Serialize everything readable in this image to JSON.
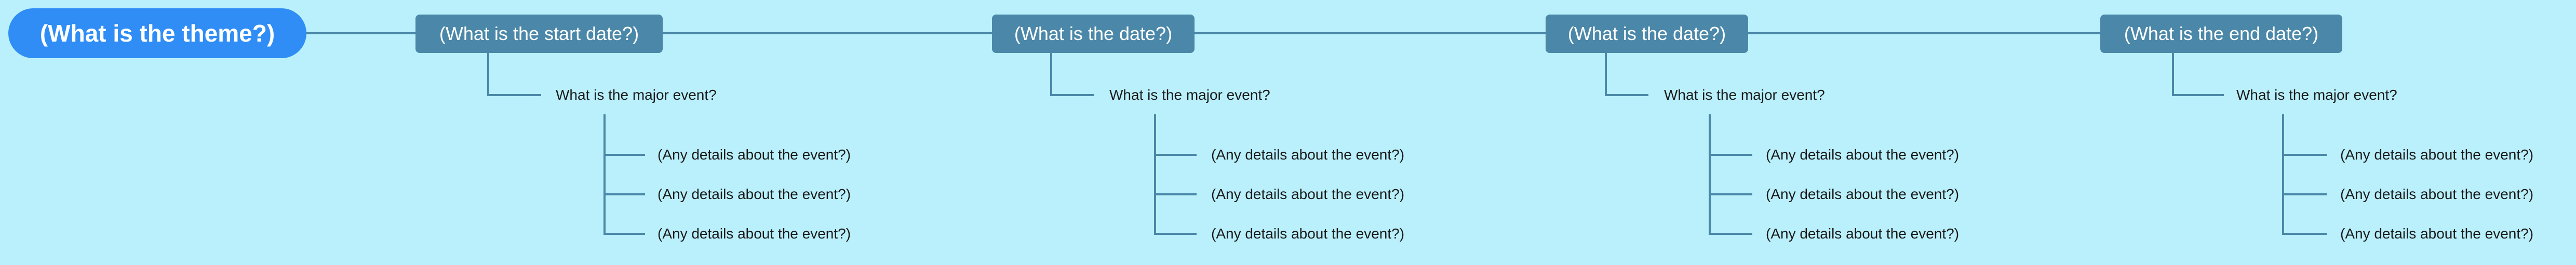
{
  "theme": "(What is the theme?)",
  "colors": {
    "background": "#b9f0fb",
    "central_node": "#2f8df5",
    "date_node": "#4b87a8",
    "connector": "#4b87a8"
  },
  "timeline": [
    {
      "date": "(What is the start date?)",
      "event": "What is the major event?",
      "details": [
        "(Any details about the event?)",
        "(Any details about the event?)",
        "(Any details about the event?)"
      ]
    },
    {
      "date": "(What is the date?)",
      "event": "What is the major event?",
      "details": [
        "(Any details about the event?)",
        "(Any details about the event?)",
        "(Any details about the event?)"
      ]
    },
    {
      "date": "(What is the date?)",
      "event": "What is the major event?",
      "details": [
        "(Any details about the event?)",
        "(Any details about the event?)",
        "(Any details about the event?)"
      ]
    },
    {
      "date": "(What is the end date?)",
      "event": "What is the major event?",
      "details": [
        "(Any details about the event?)",
        "(Any details about the event?)",
        "(Any details about the event?)"
      ]
    }
  ]
}
